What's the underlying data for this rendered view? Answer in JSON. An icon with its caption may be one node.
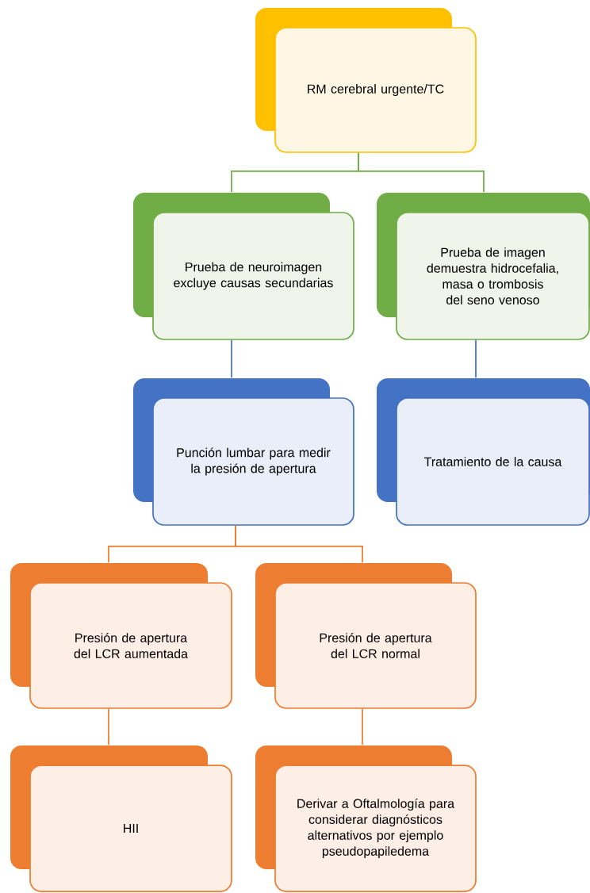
{
  "diagram": {
    "nodes": [
      {
        "text": [
          "RM cerebral urgente/TC"
        ]
      },
      {
        "text": [
          "Prueba de neuroimagen excluye causas secundarias"
        ]
      },
      {
        "text": [
          "Prueba de imagen demuestra hidrocefalia, masa o trombosis del seno venoso"
        ]
      },
      {
        "text": [
          "Punción lumbar para medir la presión de apertura"
        ]
      },
      {
        "text": [
          "Tratamiento de la causa"
        ]
      },
      {
        "text": [
          "Presión de apertura del LCR aumentada"
        ]
      },
      {
        "text": [
          "Presión de apertura del LCR normal"
        ]
      },
      {
        "text": [
          "HII"
        ]
      },
      {
        "text": [
          "Derivar a Oftalmología para considerar diagnósticos alternativos por ejemplo pseudopapiledema"
        ]
      }
    ],
    "edges": [
      {
        "from": 0,
        "to": 1,
        "arrow": "none",
        "color": "#70ad47"
      },
      {
        "from": 0,
        "to": 2,
        "arrow": "none",
        "color": "#70ad47"
      },
      {
        "from": 1,
        "to": 3,
        "arrow": "none",
        "color": "#4472c4"
      },
      {
        "from": 2,
        "to": 4,
        "arrow": "none",
        "color": "#4472c4"
      },
      {
        "from": 3,
        "to": 5,
        "arrow": "none"
      },
      {
        "from": 3,
        "to": 6,
        "arrow": "none"
      },
      {
        "from": 5,
        "to": 7,
        "arrow": "none"
      },
      {
        "from": 6,
        "to": 8,
        "arrow": "none"
      }
    ]
  }
}
